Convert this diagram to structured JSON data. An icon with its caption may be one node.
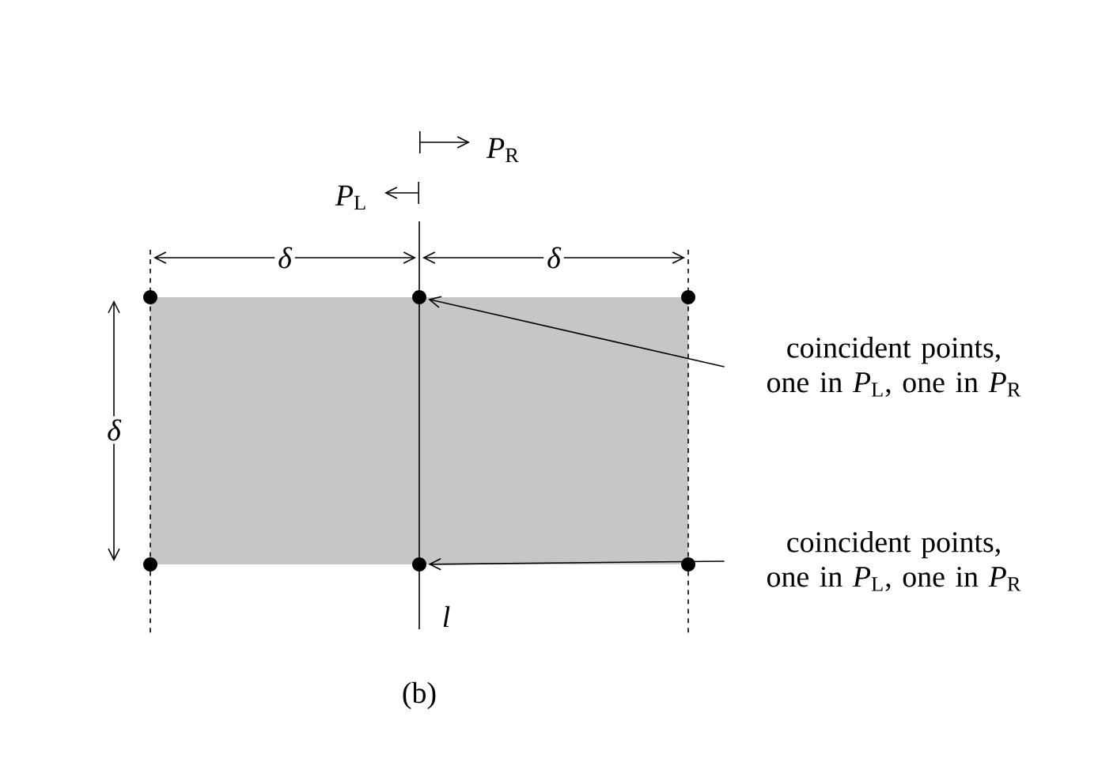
{
  "diagram": {
    "caption": "(b)",
    "nodes": [
      {
        "text": [
          "coincident points, one in *P*$_{L}$, one in *P*$_{R}$"
        ]
      },
      {
        "text": [
          "coincident points, one in *P*$_{L}$, one in *P*$_{R}$"
        ]
      },
      {
        "text": [],
        "shape": "circle"
      },
      {
        "text": [],
        "shape": "circle"
      },
      {
        "text": [],
        "shape": "circle"
      },
      {
        "text": [],
        "shape": "circle"
      },
      {
        "text": [],
        "shape": "circle"
      },
      {
        "text": [],
        "shape": "circle"
      }
    ],
    "edges": [
      {
        "from": 0,
        "to": 3,
        "arrow": "to"
      },
      {
        "from": 1,
        "to": 6,
        "arrow": "to"
      }
    ],
    "labels": [
      "*P*$_{R}$",
      "*P*$_{L}$",
      "δ",
      "δ",
      "δ",
      "*l*"
    ]
  }
}
